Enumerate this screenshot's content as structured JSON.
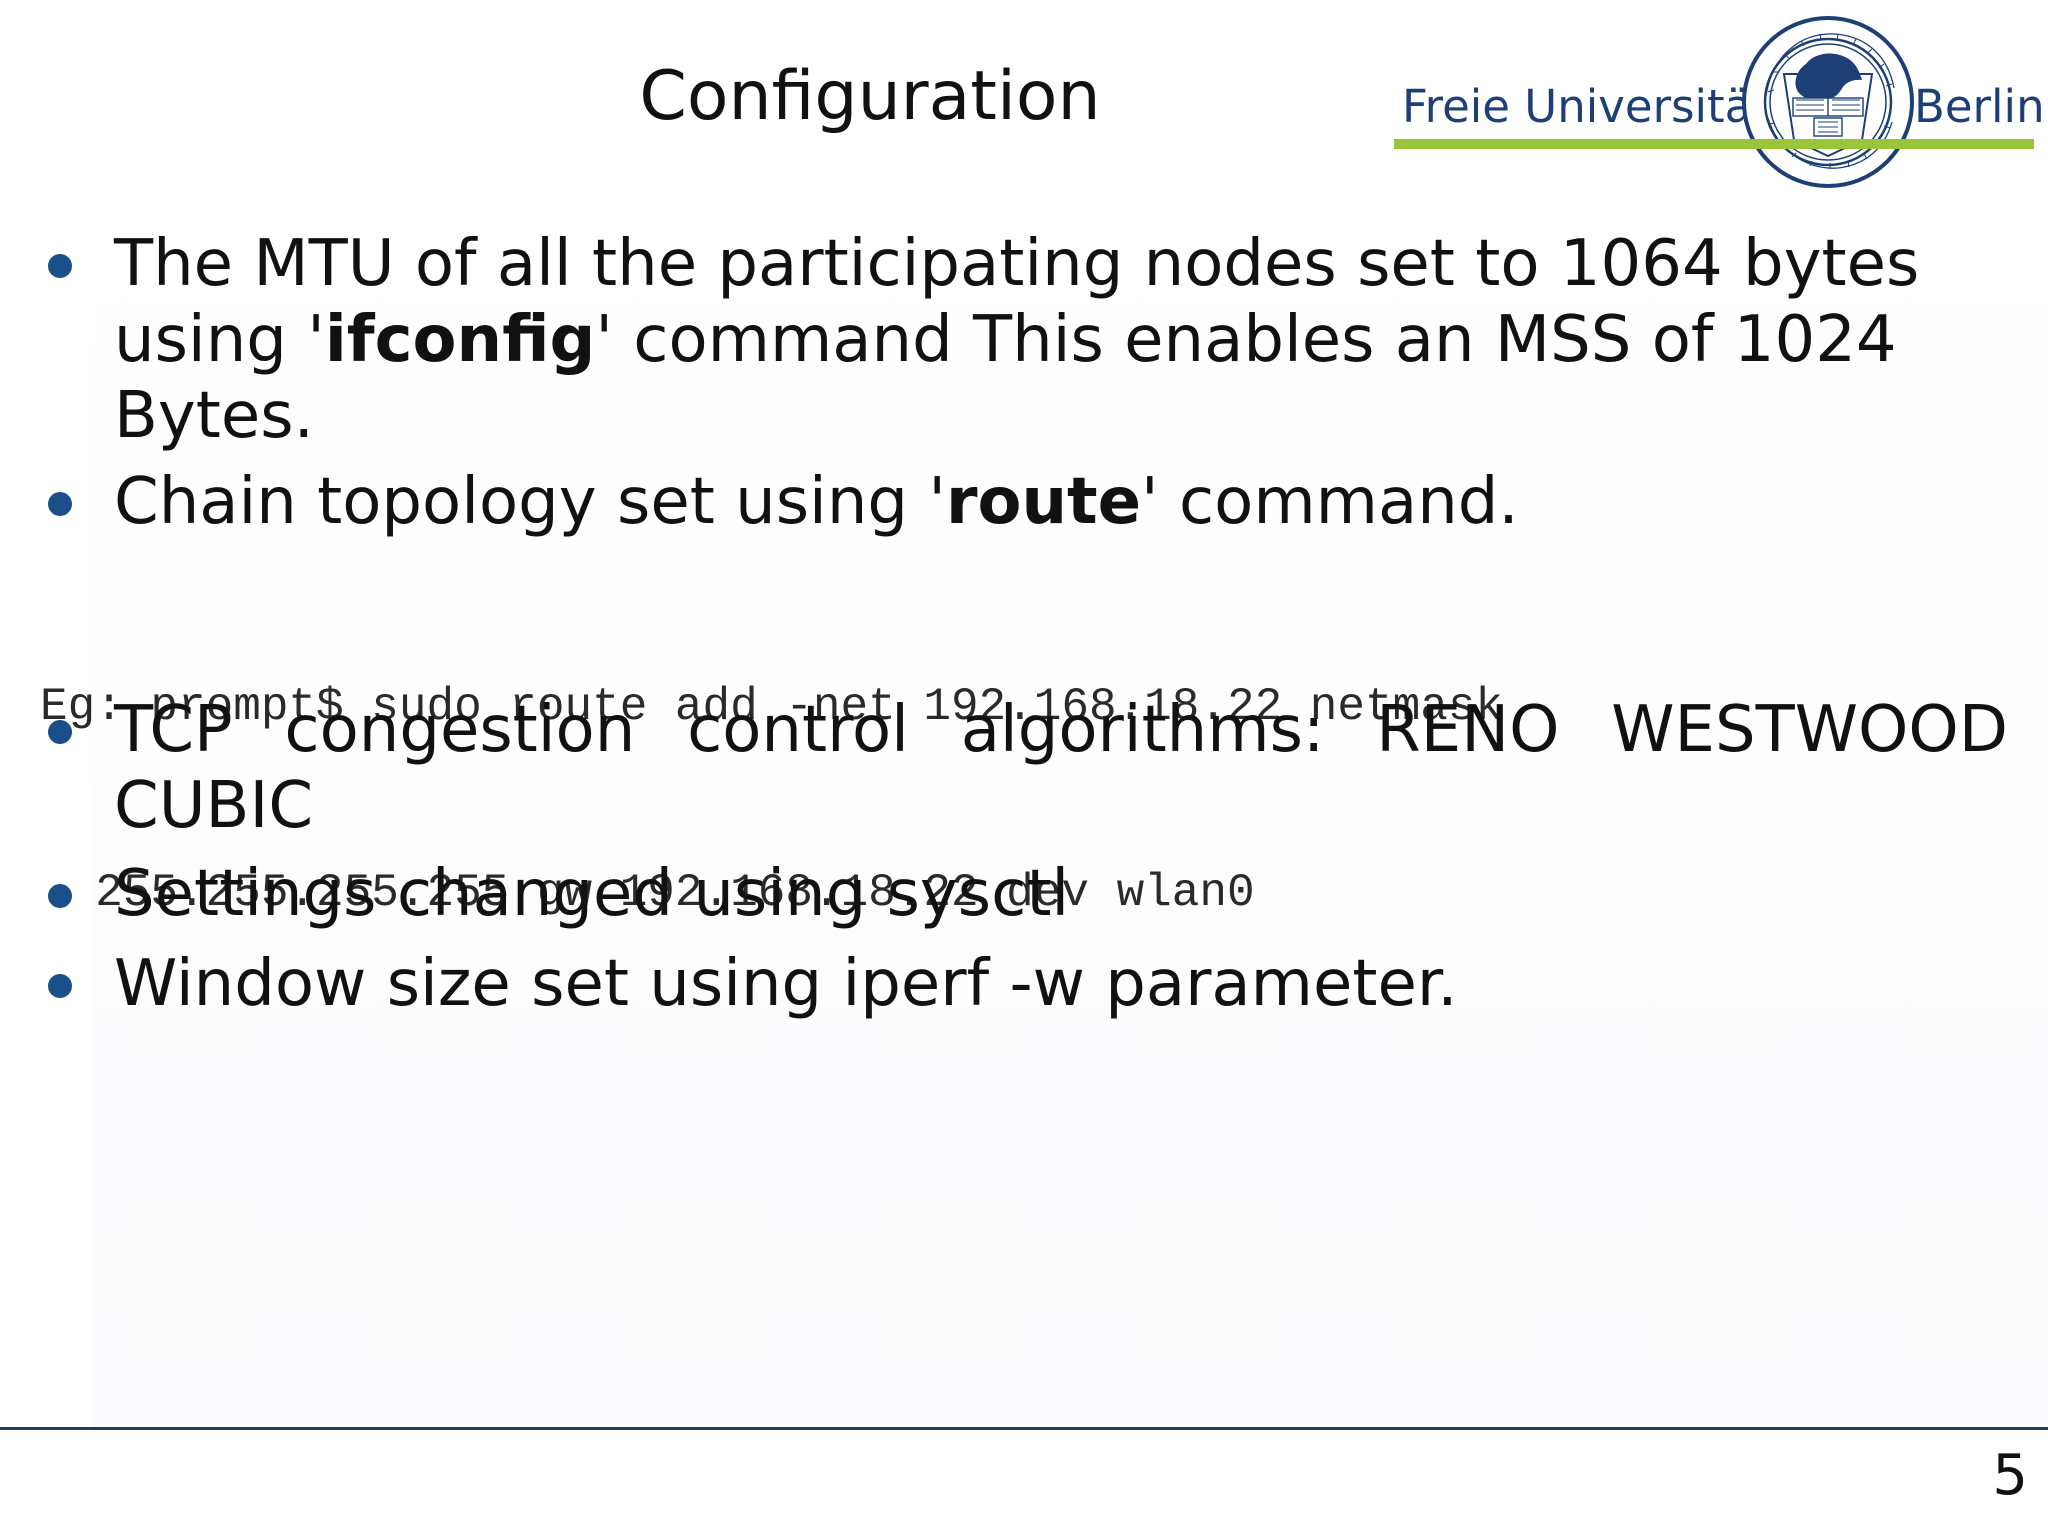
{
  "slide": {
    "title": "Configuration",
    "logo": {
      "left_text": "Freie Universität",
      "right_text": "Berlin",
      "seal_text": "VERITAS IUSTITIA LIBERTAS",
      "seal_bottom_text": "FREIE UNIVERSITÄT BERLIN",
      "seal_book_left": "VERI TAS",
      "seal_book_right": "IUSTI TIA",
      "seal_book_bottom": "LIBER TAS",
      "bar_color": "#9ac43a",
      "text_color": "#1d3f75"
    },
    "bullets": [
      {
        "before": "The MTU of all the participating nodes set to 1064 bytes using '",
        "bold": "ifconfig",
        "after": "' command This enables an MSS of 1024 Bytes."
      },
      {
        "before": "Chain topology set using '",
        "bold": "route",
        "after": "' command."
      },
      {
        "text": "TCP congestion control algorithms: RENO WESTWOOD CUBIC"
      },
      {
        "text": "Settings changed using sysctl"
      },
      {
        "text": "Window size set using iperf -w parameter."
      }
    ],
    "code": {
      "line1": "Eg: prompt$ sudo route add -net 192.168.18.22 netmask",
      "line2": "  255.255.255.255 gw 192.168.18.22 dev wlan0"
    },
    "page_number": "5",
    "colors": {
      "bullet": "#1b4f8a",
      "footer_line": "#1d3f5c"
    }
  }
}
